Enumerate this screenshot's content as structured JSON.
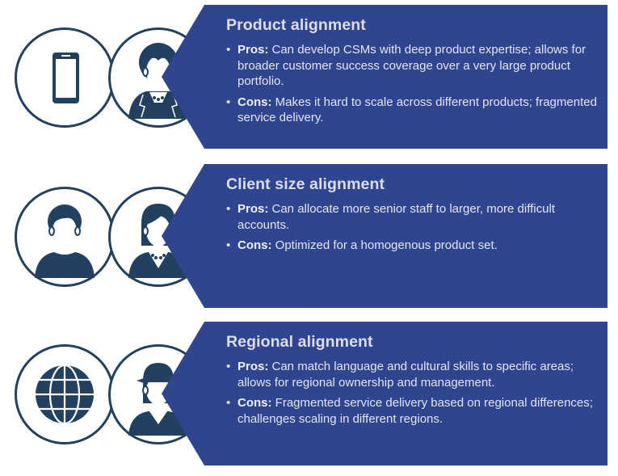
{
  "colors": {
    "panel_bg": "#2f4590",
    "icon_navy": "#22405f",
    "text_light": "#e4e5ee"
  },
  "sections": [
    {
      "title": "Product alignment",
      "icons": [
        "smartphone-icon",
        "businesswoman-icon"
      ],
      "bullets": [
        {
          "key": "Pros:",
          "text": " Can develop CSMs with deep product expertise; allows for broader customer success coverage over a very large product portfolio."
        },
        {
          "key": "Cons:",
          "text": " Makes it hard to scale across different products; fragmented service delivery."
        }
      ]
    },
    {
      "title": "Client size alignment",
      "icons": [
        "man-avatar-icon",
        "woman-avatar-icon"
      ],
      "bullets": [
        {
          "key": "Pros:",
          "text": " Can allocate more senior staff to larger, more difficult accounts."
        },
        {
          "key": "Cons:",
          "text": " Optimized for a homogenous product set."
        }
      ]
    },
    {
      "title": "Regional alignment",
      "icons": [
        "globe-icon",
        "woman-avatar-icon"
      ],
      "bullets": [
        {
          "key": "Pros:",
          "text": " Can match language and cultural skills to specific areas; allows for regional ownership and management."
        },
        {
          "key": "Cons:",
          "text": " Fragmented service delivery based on regional differences; challenges scaling in different regions."
        }
      ]
    }
  ]
}
